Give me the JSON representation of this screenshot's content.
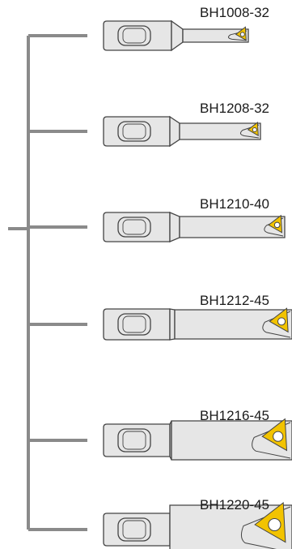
{
  "colors": {
    "tree": "#8a8a8a",
    "body_fill": "#e6e6e6",
    "body_stroke": "#444444",
    "insert_fill": "#f2c300",
    "label": "#1a1a1a"
  },
  "tools": [
    {
      "name": "BH1008-32"
    },
    {
      "name": "BH1208-32"
    },
    {
      "name": "BH1210-40"
    },
    {
      "name": "BH1212-45"
    },
    {
      "name": "BH1216-45"
    },
    {
      "name": "BH1220-45"
    }
  ]
}
